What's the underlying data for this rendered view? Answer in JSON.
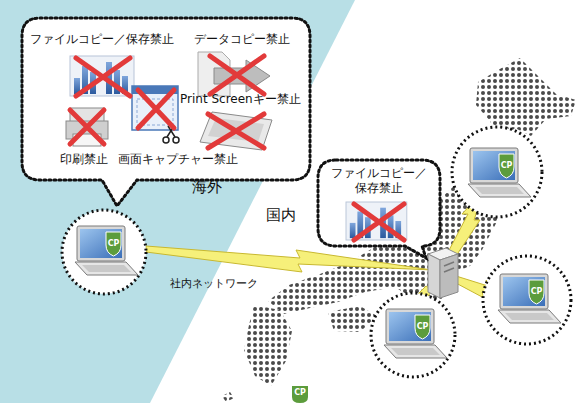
{
  "diagram": {
    "nodes": [
      {
        "text": [
          "ファイルコピー／保存禁止",
          "データコピー禁止",
          "Print Screenキー禁止",
          "印刷禁止",
          "画面キャプチャー禁止"
        ]
      },
      {
        "text": [
          "ファイルコピー／ 保存禁止"
        ]
      }
    ],
    "labels": [
      "海外",
      "国内",
      "社内ネットワーク",
      "CP",
      "CP",
      "CP",
      "CP",
      "CP"
    ]
  }
}
